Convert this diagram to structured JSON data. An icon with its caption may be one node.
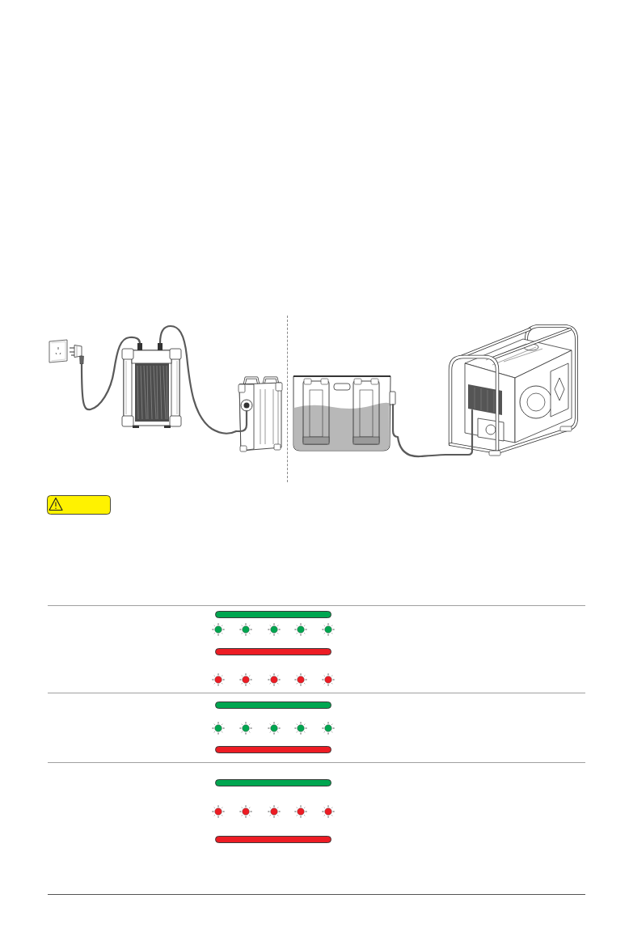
{
  "diagram": {
    "nodes": [
      {
        "text": [],
        "shape": "picture"
      },
      {
        "text": [],
        "shape": "picture"
      },
      {
        "text": [],
        "shape": "picture"
      },
      {
        "text": [],
        "shape": "picture"
      },
      {
        "text": [],
        "shape": "picture"
      }
    ],
    "edges": [
      {
        "from": 0,
        "to": 1,
        "arrow": "none"
      },
      {
        "from": 1,
        "to": 2,
        "arrow": "none"
      },
      {
        "from": 3,
        "to": 4,
        "arrow": "none"
      }
    ]
  }
}
